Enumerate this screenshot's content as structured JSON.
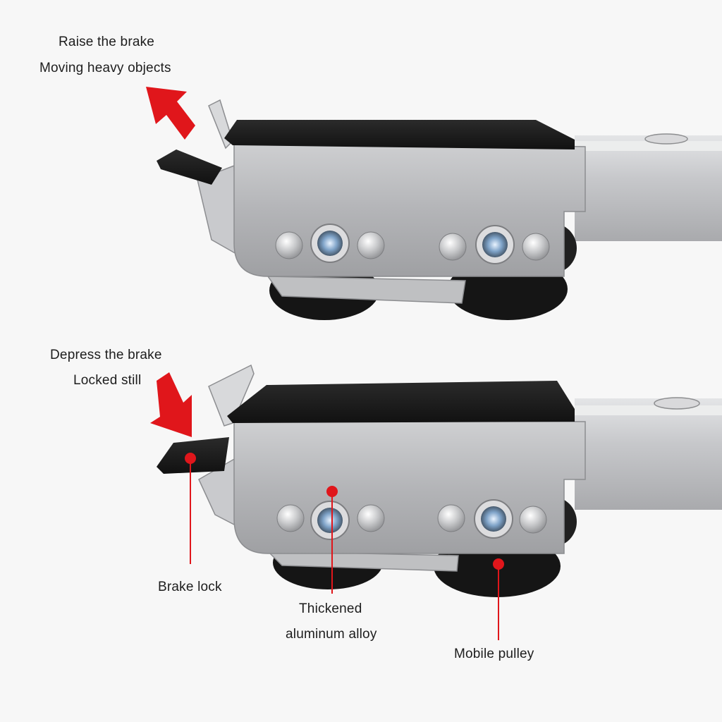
{
  "top_panel": {
    "line1": "Raise the brake",
    "line2": "Moving heavy objects",
    "arrow_direction": "up-left"
  },
  "bottom_panel": {
    "line1": "Depress the brake",
    "line2": "Locked still",
    "arrow_direction": "down-right"
  },
  "callouts": {
    "brake_lock": "Brake lock",
    "alloy_line1": "Thickened",
    "alloy_line2": "aluminum alloy",
    "pulley": "Mobile pulley"
  },
  "colors": {
    "accent": "#e0161b",
    "pad": "#1c1c1c",
    "metal": "#b8b9bb",
    "wheel": "#151515",
    "background": "#f7f7f7"
  }
}
